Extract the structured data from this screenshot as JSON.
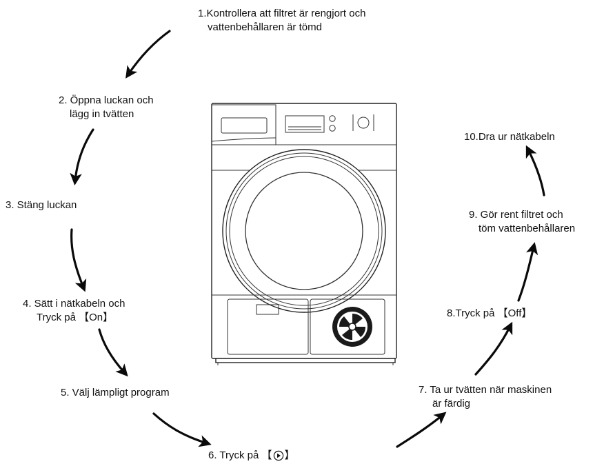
{
  "steps": {
    "s1": {
      "line1": "1.Kontrollera att filtret är rengjort och",
      "line2": "vattenbehållaren är tömd"
    },
    "s2": {
      "line1": "2. Öppna luckan och",
      "line2": "lägg in tvätten"
    },
    "s3": {
      "line1": "3. Stäng luckan"
    },
    "s4": {
      "line1": "4. Sätt i nätkabeln och",
      "line2": "Tryck på 【On】"
    },
    "s5": {
      "line1": "5. Välj lämpligt program"
    },
    "s6": {
      "line1": "6. Tryck på 【",
      "line1_end": "】"
    },
    "s7": {
      "line1": "7. Ta ur tvätten när maskinen",
      "line2": "är färdig"
    },
    "s8": {
      "line1": "8.Tryck på 【Off】"
    },
    "s9": {
      "line1": "9. Gör rent filtret och",
      "line2": "töm vattenbehållaren"
    },
    "s10": {
      "line1": "10.Dra ur nätkabeln"
    }
  },
  "icons": {
    "start_pause": "play-pause-icon",
    "dryer": "tumble-dryer-illustration",
    "arrows": "curved-arrow-icon"
  },
  "colors": {
    "ink": "#111111",
    "background": "#ffffff"
  }
}
